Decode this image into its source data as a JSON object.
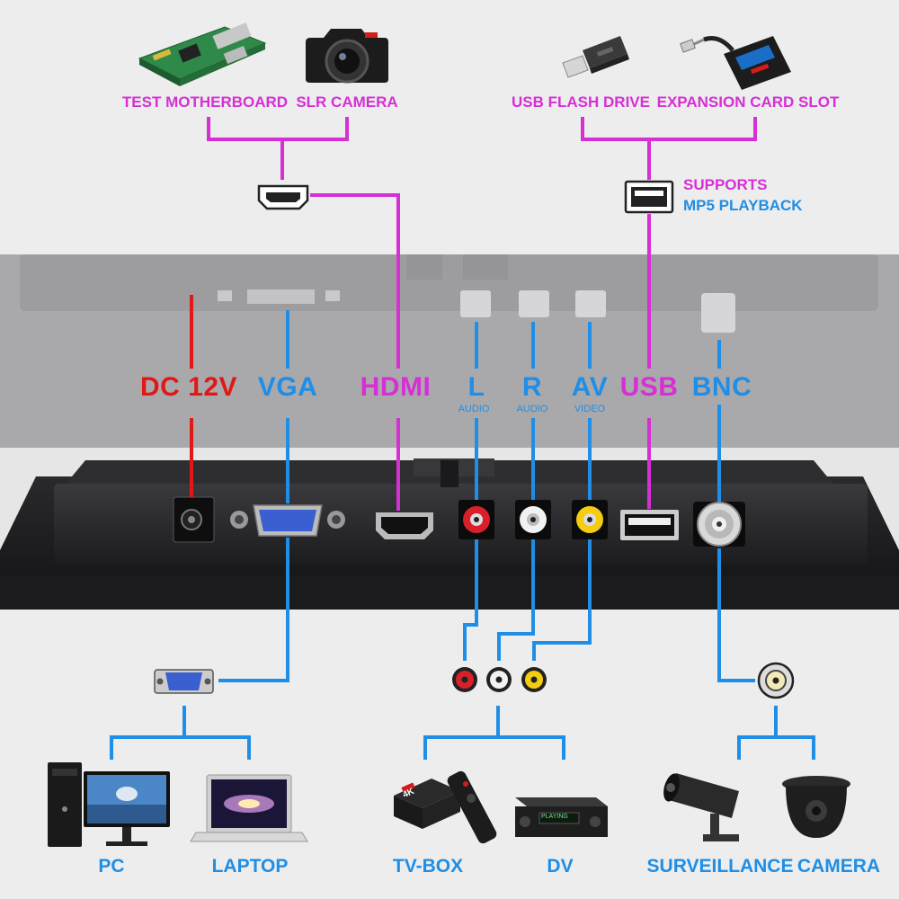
{
  "top_devices": {
    "test_motherboard": "TEST MOTHERBOARD",
    "slr_camera": "SLR CAMERA",
    "usb_flash_drive": "USB FLASH DRIVE",
    "expansion_card_slot": "EXPANSION CARD SLOT"
  },
  "usb_note": {
    "line1": "SUPPORTS",
    "line2": "MP5 PLAYBACK"
  },
  "ports": {
    "dc": "DC 12V",
    "vga": "VGA",
    "hdmi": "HDMI",
    "l": "L",
    "l_sub": "AUDIO",
    "r": "R",
    "r_sub": "AUDIO",
    "av": "AV",
    "av_sub": "VIDEO",
    "usb": "USB",
    "bnc": "BNC"
  },
  "bottom_devices": {
    "pc": "PC",
    "laptop": "LAPTOP",
    "tv_box": "TV-BOX",
    "dv": "DV",
    "surveillance": "SURVEILLANCE",
    "camera": "CAMERA"
  },
  "device_text": {
    "tvbox_badge": "4K",
    "dv_display": "PLAYING"
  },
  "colors": {
    "magenta": "#d62fd6",
    "blue": "#1f8ee6",
    "red": "#e01818",
    "rca_red": "#d8202a",
    "rca_white": "#f2f2f2",
    "rca_yellow": "#f4cc12"
  }
}
